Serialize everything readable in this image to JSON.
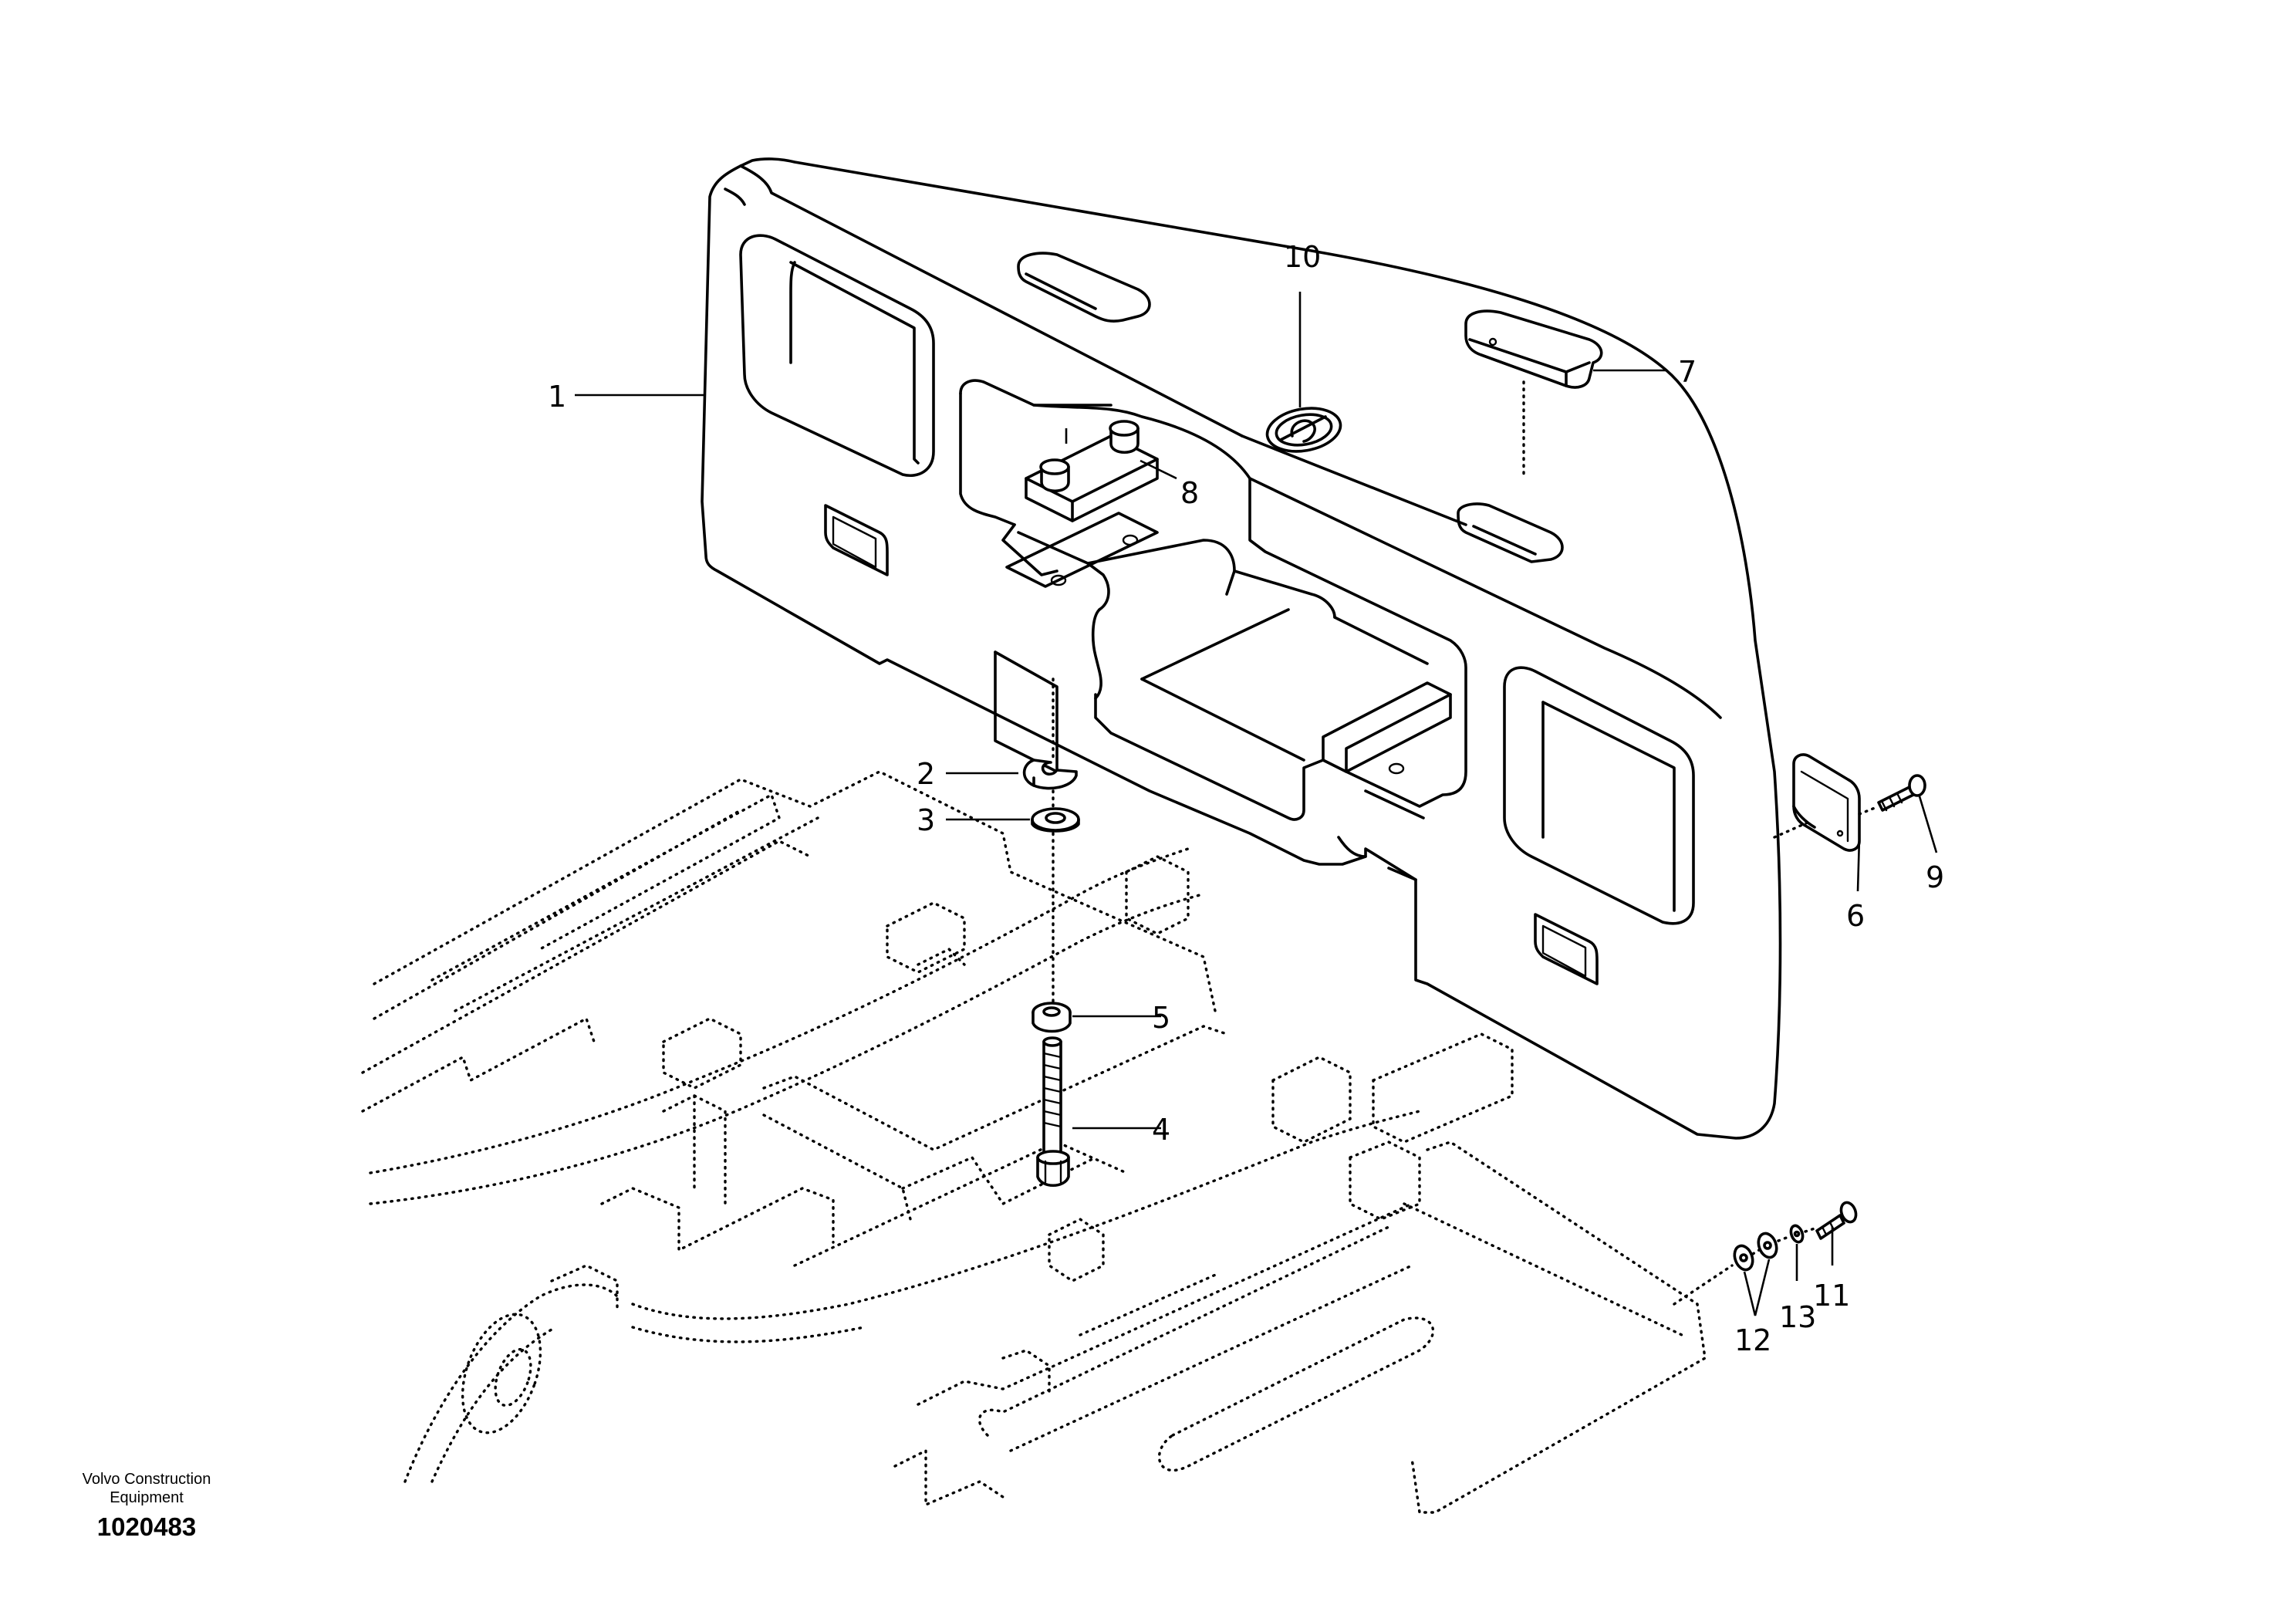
{
  "callouts": [
    {
      "id": "1",
      "text": "1"
    },
    {
      "id": "2",
      "text": "2"
    },
    {
      "id": "3",
      "text": "3"
    },
    {
      "id": "4",
      "text": "4"
    },
    {
      "id": "5",
      "text": "5"
    },
    {
      "id": "6",
      "text": "6"
    },
    {
      "id": "7",
      "text": "7"
    },
    {
      "id": "8",
      "text": "8"
    },
    {
      "id": "9",
      "text": "9"
    },
    {
      "id": "10",
      "text": "10"
    },
    {
      "id": "11",
      "text": "11"
    },
    {
      "id": "12",
      "text": "12"
    },
    {
      "id": "13",
      "text": "13"
    }
  ],
  "footer": {
    "brand_line1": "Volvo Construction",
    "brand_line2": "Equipment",
    "drawing_number": "1020483"
  }
}
